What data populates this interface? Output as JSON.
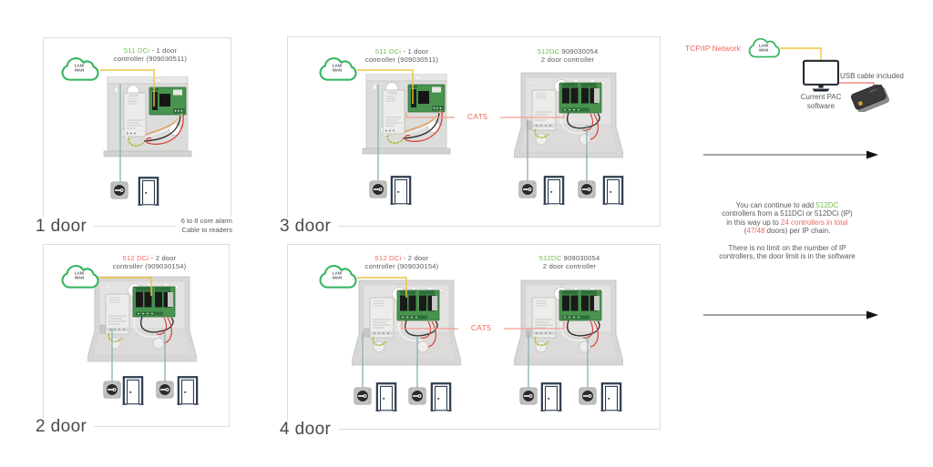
{
  "colors": {
    "cloud_green": "#33b45c",
    "highlight_green": "#6fbe4f",
    "highlight_red": "#f2665c",
    "body_text": "#58595b",
    "yellow_wire": "#f0c43e",
    "teal_wire": "#87b1b5",
    "cat5_line": "#f29c8f",
    "door_navy": "#2e3c50",
    "panel_border": "#dcdcdc"
  },
  "cloud": {
    "line1": "LAN/",
    "line2": "WAN"
  },
  "panels": [
    {
      "label": "1 door",
      "title": {
        "highlight": "511 DCi",
        "rest": " - 1 door",
        "line2": "controller (909030511)"
      },
      "annotation": {
        "line1": "6 to 8 core alarm",
        "line2": "Cable to readers"
      }
    },
    {
      "label": "3 door",
      "cat5": "CAT5",
      "title_left": {
        "highlight": "511 DCi",
        "rest": " - 1 door",
        "line2": "controller (909030511)"
      },
      "title_right": {
        "highlight": "512DC",
        "rest": " 909030054",
        "line2": "2 door controller"
      }
    },
    {
      "label": "2 door",
      "title": {
        "highlight": "512 DCi",
        "rest": " - 2 door",
        "line2": "controller (909030154)"
      }
    },
    {
      "label": "4 door",
      "cat5": "CAT5",
      "title_left": {
        "highlight": "512 DCi",
        "rest": " - 2 door",
        "line2": "controller (909030154)"
      },
      "title_right": {
        "highlight": "512DC",
        "rest": " 909030054",
        "line2": "2 door controller"
      }
    }
  ],
  "network": {
    "tcpip": "TCP/IP Network",
    "usb": "USB cable included",
    "software_line1": "Current PAC",
    "software_line2": "software"
  },
  "note": {
    "l1a": "You can continue to add ",
    "l1b": "512DC",
    "l2": "controllers from a 511DCi or 512DCi (IP)",
    "l3a": "in this way up to ",
    "l3b": "24 controllers in total",
    "l4a": "(",
    "l4b": "47/48",
    "l4c": " doors) per IP chain.",
    "p2l1": "There is no limit on the number of IP",
    "p2l2": "controllers, the door limit is in the software"
  }
}
